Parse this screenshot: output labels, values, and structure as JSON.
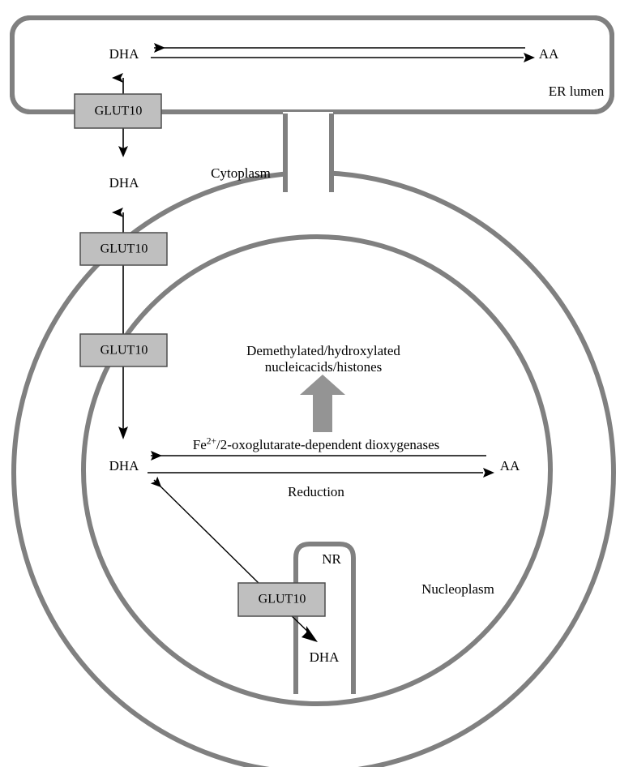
{
  "figure": {
    "type": "cell-biology-pathway-diagram",
    "title_visible": false
  },
  "compartments": {
    "er": {
      "label": "ER lumen",
      "shape": "rounded-rectangle"
    },
    "cytoplasm": {
      "label": "Cytoplasm"
    },
    "nucleus": {
      "label": "Nucleoplasm",
      "shape": "double-circle-envelope"
    },
    "nr": {
      "label": "NR",
      "full_name_visible": false,
      "shape": "rounded-tube"
    }
  },
  "transporters": [
    {
      "id": "glut10-er",
      "label": "GLUT10",
      "location": "ER membrane"
    },
    {
      "id": "glut10-outer-nuclear",
      "label": "GLUT10",
      "location": "outer nuclear membrane"
    },
    {
      "id": "glut10-inner-nuclear",
      "label": "GLUT10",
      "location": "inner nuclear membrane"
    },
    {
      "id": "glut10-nr",
      "label": "GLUT10",
      "location": "NR membrane"
    }
  ],
  "metabolites": {
    "dha": "DHA",
    "aa": "AA"
  },
  "labels": {
    "er_dha": "DHA",
    "er_aa": "AA",
    "er_lumen": "ER lumen",
    "cytoplasm_dha": "DHA",
    "cytoplasm": "Cytoplasm",
    "nucleus_dha": "DHA",
    "nucleus_aa": "AA",
    "enzymes": "/2-oxoglutarate-dependent dioxygenases",
    "enzymes_prefix": "Fe",
    "enzymes_charge": "2+",
    "reduction": "Reduction",
    "product_line1": "Demethylated/hydroxylated",
    "product_line2": "nucleicacids/histones",
    "nucleoplasm": "Nucleoplasm",
    "nr": "NR",
    "nr_dha": "DHA",
    "glut10": "GLUT10"
  },
  "colors": {
    "membrane": "#808080",
    "transporter_fill": "#bfbfbf",
    "transporter_stroke": "#4d4d4d",
    "block_arrow": "#949494",
    "arrow_line": "#000000",
    "background": "#ffffff",
    "text": "#000000"
  },
  "reactions": [
    {
      "id": "er-redox",
      "from": "AA",
      "to": "DHA",
      "direction": "bidirectional",
      "location": "ER lumen",
      "top_label": "",
      "bottom_label": ""
    },
    {
      "id": "nuclear-redox",
      "from": "AA",
      "to": "DHA",
      "direction": "bidirectional",
      "location": "Nucleoplasm",
      "top_label": "Fe2+/2-oxoglutarate-dependent dioxygenases",
      "bottom_label": "Reduction"
    }
  ]
}
